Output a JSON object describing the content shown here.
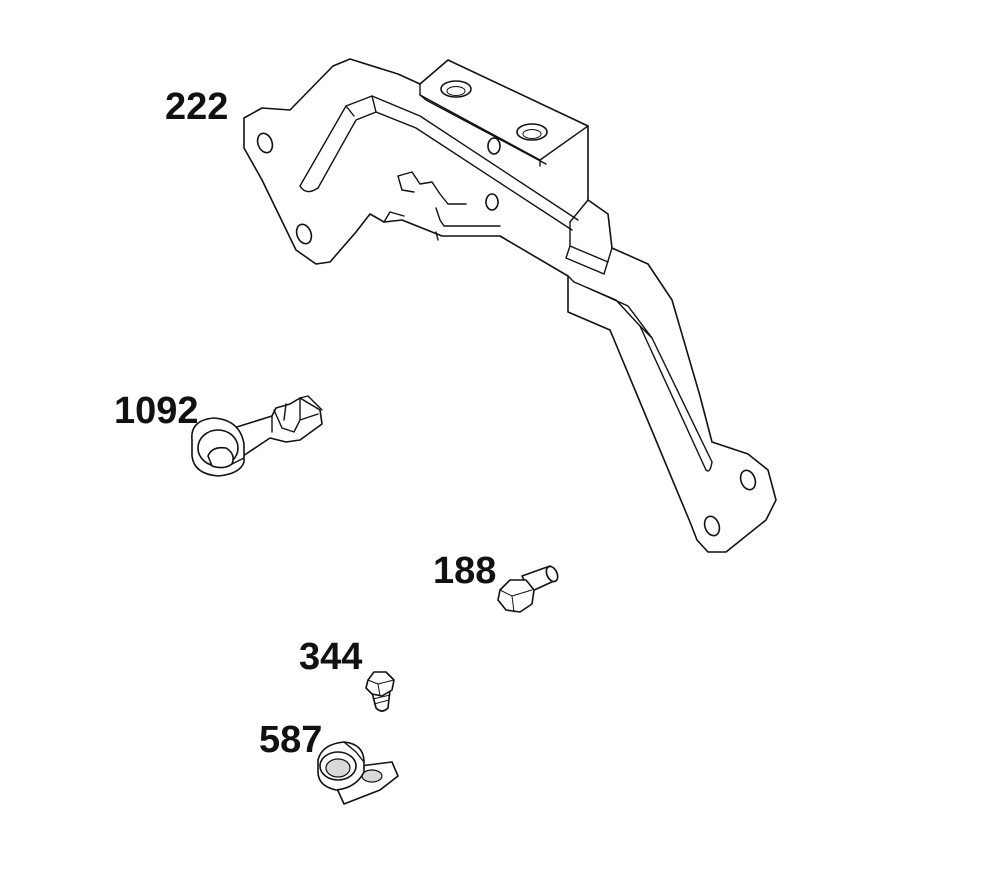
{
  "diagram": {
    "callouts": [
      {
        "id": "bracket",
        "label": "222"
      },
      {
        "id": "cable-clip",
        "label": "1092"
      },
      {
        "id": "shoulder-screw",
        "label": "188"
      },
      {
        "id": "screw",
        "label": "344"
      },
      {
        "id": "clamp",
        "label": "587"
      }
    ]
  },
  "colors": {
    "line": "#111111",
    "background": "#ffffff",
    "shade": "#d9d9d9"
  }
}
